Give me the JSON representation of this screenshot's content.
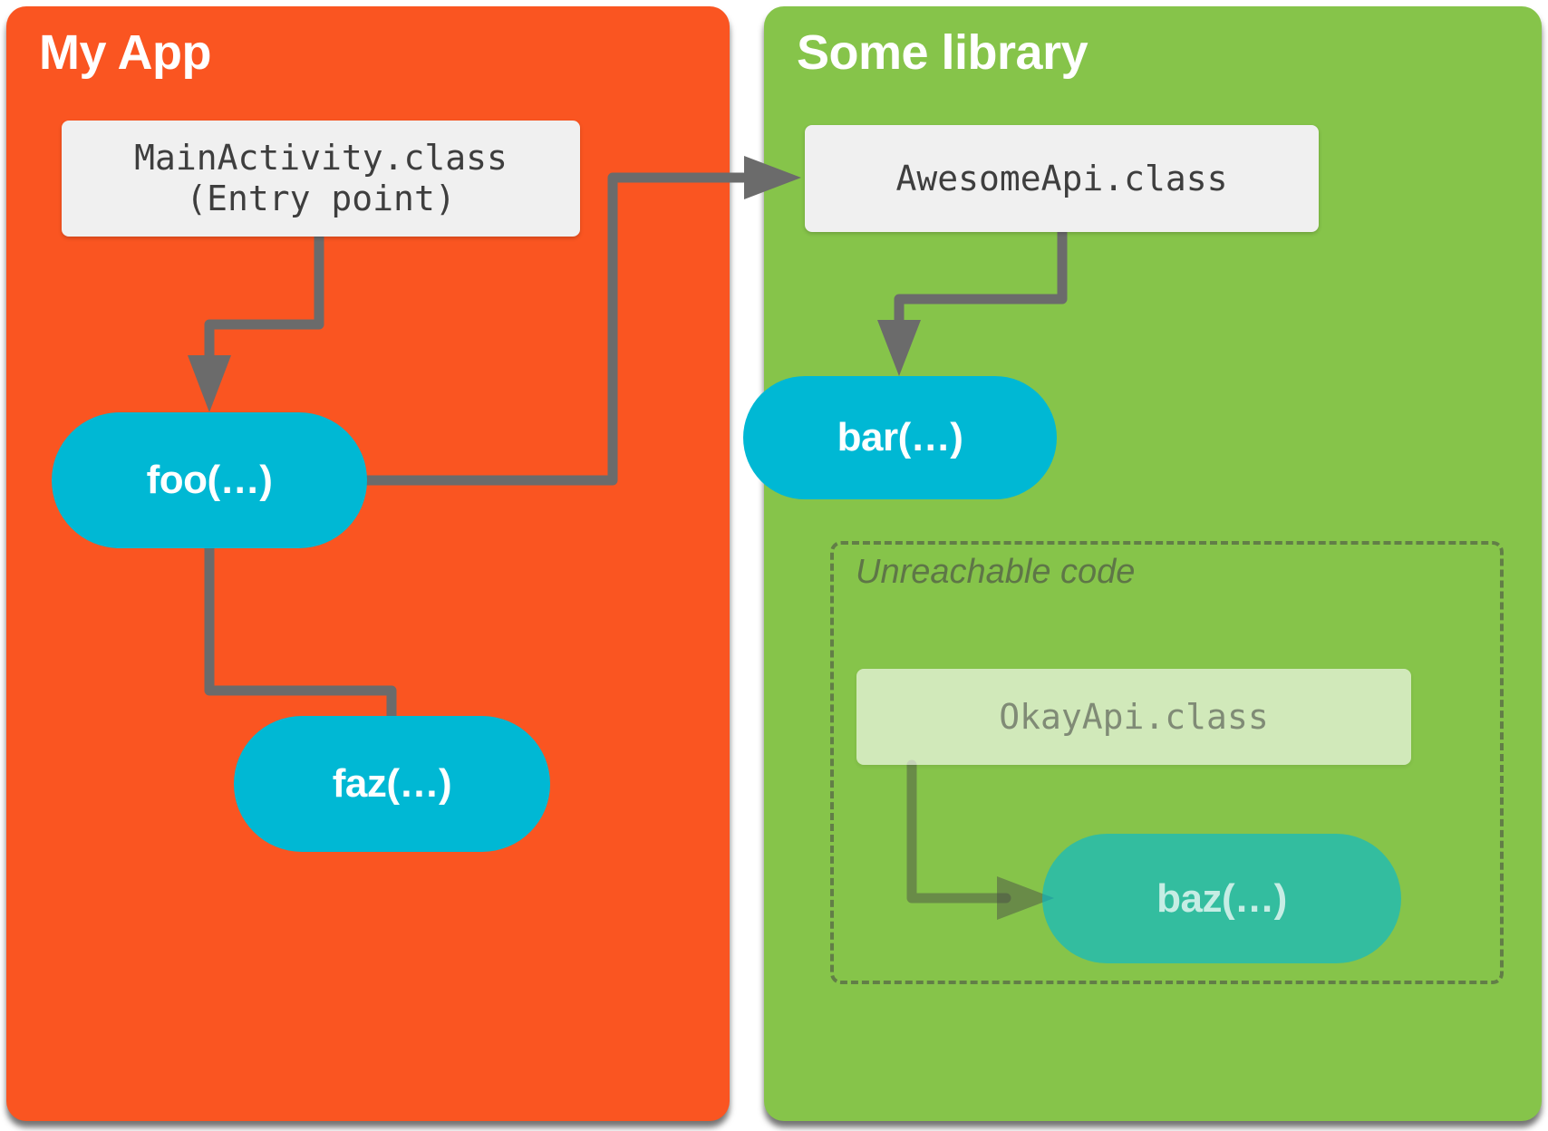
{
  "diagram": {
    "title": "Code shrinking reachability diagram",
    "colors": {
      "app_panel": "#FA5521",
      "library_panel": "#86C44A",
      "class_box": "#F0F0F0",
      "method_pill": "#00B8D4",
      "arrow": "#6B6B6B",
      "unreachable_text": "rgba(70,70,70,0.62)"
    }
  },
  "app_panel": {
    "title": "My App",
    "entry_class": "MainActivity.class\n(Entry point)",
    "entry_class_line1": "MainActivity.class",
    "entry_class_line2": "(Entry point)",
    "methods": [
      {
        "label": "foo(…)"
      },
      {
        "label": "faz(…)"
      }
    ]
  },
  "library_panel": {
    "title": "Some library",
    "api_class": "AwesomeApi.class",
    "methods": [
      {
        "label": "bar(…)"
      }
    ],
    "unreachable": {
      "label": "Unreachable code",
      "class": "OkayApi.class",
      "methods": [
        {
          "label": "baz(…)"
        }
      ]
    }
  },
  "edges": [
    {
      "from": "MainActivity.class",
      "to": "foo(…)",
      "style": "solid"
    },
    {
      "from": "MainActivity.class",
      "to": "AwesomeApi.class",
      "style": "solid"
    },
    {
      "from": "foo(…)",
      "to": "faz(…)",
      "style": "solid"
    },
    {
      "from": "AwesomeApi.class",
      "to": "bar(…)",
      "style": "solid"
    },
    {
      "from": "OkayApi.class",
      "to": "baz(…)",
      "style": "faded"
    }
  ]
}
